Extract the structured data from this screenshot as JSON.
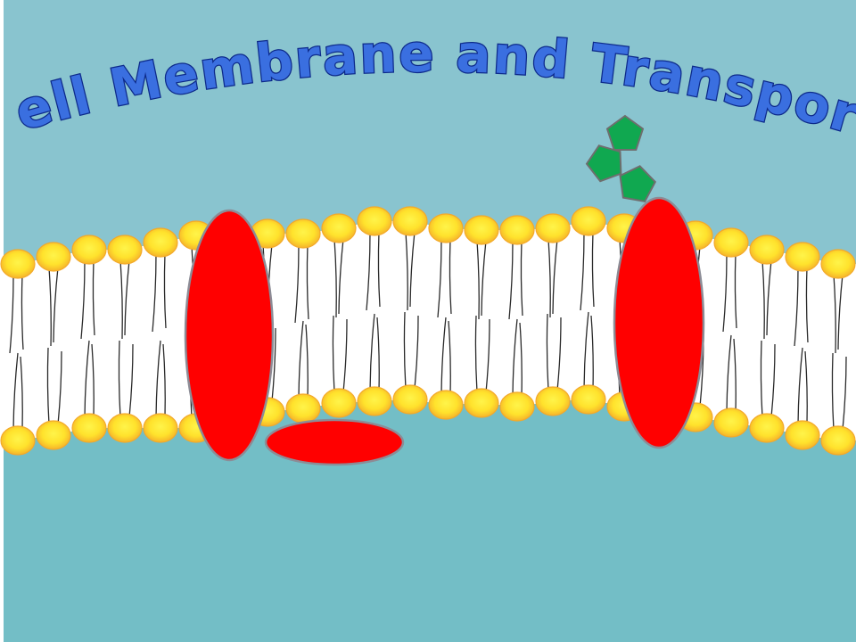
{
  "title": {
    "text": "Cell Membrane and Transport",
    "fill": "#3a6fe0",
    "stroke": "#0d2a8a"
  },
  "colors": {
    "upper_background": "#89c4cf",
    "lower_background": "#73bec6",
    "membrane_core": "#ffffff",
    "phosphate_head_center": "#fff44a",
    "phosphate_head_edge": "#f3a92a",
    "lipid_tail": "#2a2a2a",
    "protein_fill": "#ff0000",
    "protein_stroke": "#8c8c96",
    "molecule_fill": "#10a850",
    "molecule_stroke": "#6e6e6e"
  },
  "icons": {
    "phospholipid": "circle-head-with-two-tails",
    "membrane_protein": "red-ellipse",
    "peripheral_protein": "red-ellipse-flat",
    "signal_molecule": "green-pentagon"
  }
}
